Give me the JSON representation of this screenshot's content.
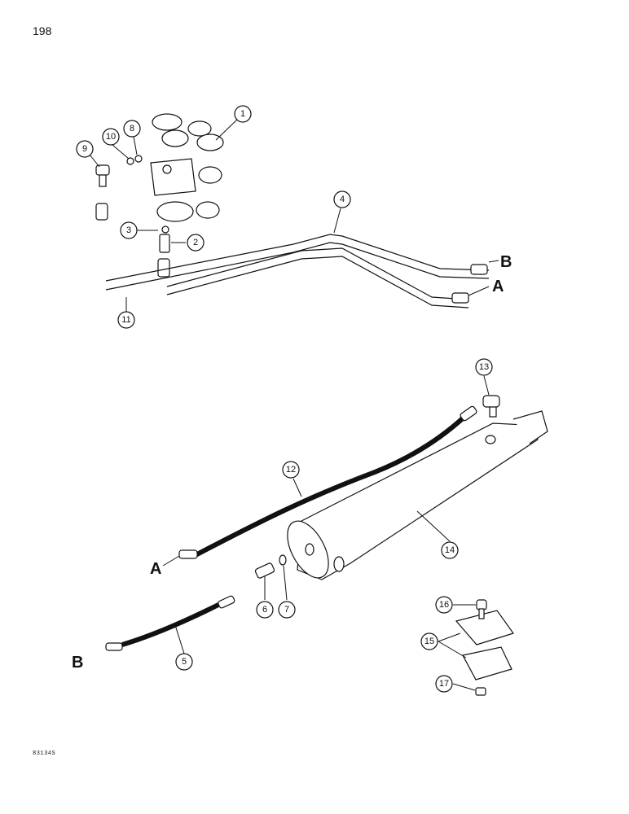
{
  "page": {
    "number": "198",
    "figure_code": "83134S"
  },
  "port_labels": {
    "a": "A",
    "b": "B"
  },
  "callouts": [
    {
      "id": "1",
      "label": "1"
    },
    {
      "id": "2",
      "label": "2"
    },
    {
      "id": "3",
      "label": "3"
    },
    {
      "id": "4",
      "label": "4"
    },
    {
      "id": "5",
      "label": "5"
    },
    {
      "id": "6",
      "label": "6"
    },
    {
      "id": "7",
      "label": "7"
    },
    {
      "id": "8",
      "label": "8"
    },
    {
      "id": "9",
      "label": "9"
    },
    {
      "id": "10",
      "label": "10"
    },
    {
      "id": "11",
      "label": "11"
    },
    {
      "id": "12",
      "label": "12"
    },
    {
      "id": "13",
      "label": "13"
    },
    {
      "id": "14",
      "label": "14"
    },
    {
      "id": "15",
      "label": "15"
    },
    {
      "id": "16",
      "label": "16"
    },
    {
      "id": "17",
      "label": "17"
    }
  ]
}
